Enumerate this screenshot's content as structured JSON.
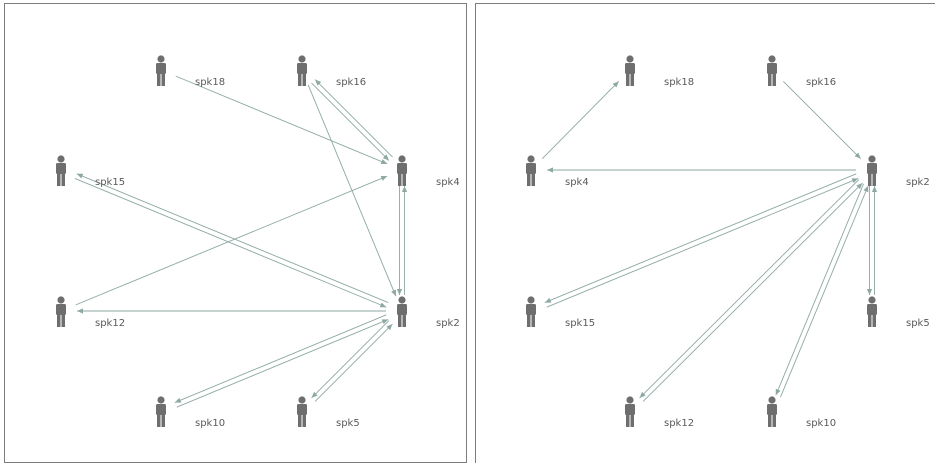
{
  "panels": [
    {
      "id": "left",
      "nodes": [
        {
          "id": "spk18",
          "label": "spk18"
        },
        {
          "id": "spk16",
          "label": "spk16"
        },
        {
          "id": "spk15",
          "label": "spk15"
        },
        {
          "id": "spk4",
          "label": "spk4"
        },
        {
          "id": "spk12",
          "label": "spk12"
        },
        {
          "id": "spk2",
          "label": "spk2"
        },
        {
          "id": "spk10",
          "label": "spk10"
        },
        {
          "id": "spk5",
          "label": "spk5"
        }
      ],
      "edges": [
        {
          "from": "spk18",
          "to": "spk4"
        },
        {
          "from": "spk16",
          "to": "spk4"
        },
        {
          "from": "spk4",
          "to": "spk16"
        },
        {
          "from": "spk16",
          "to": "spk2"
        },
        {
          "from": "spk15",
          "to": "spk2"
        },
        {
          "from": "spk2",
          "to": "spk15"
        },
        {
          "from": "spk12",
          "to": "spk4"
        },
        {
          "from": "spk2",
          "to": "spk12"
        },
        {
          "from": "spk4",
          "to": "spk2"
        },
        {
          "from": "spk2",
          "to": "spk4"
        },
        {
          "from": "spk10",
          "to": "spk2"
        },
        {
          "from": "spk2",
          "to": "spk10"
        },
        {
          "from": "spk5",
          "to": "spk2"
        },
        {
          "from": "spk2",
          "to": "spk5"
        }
      ]
    },
    {
      "id": "right",
      "nodes": [
        {
          "id": "spk18",
          "label": "spk18"
        },
        {
          "id": "spk16",
          "label": "spk16"
        },
        {
          "id": "spk4",
          "label": "spk4"
        },
        {
          "id": "spk2",
          "label": "spk2"
        },
        {
          "id": "spk15",
          "label": "spk15"
        },
        {
          "id": "spk5",
          "label": "spk5"
        },
        {
          "id": "spk12",
          "label": "spk12"
        },
        {
          "id": "spk10",
          "label": "spk10"
        }
      ],
      "edges": [
        {
          "from": "spk4",
          "to": "spk18"
        },
        {
          "from": "spk16",
          "to": "spk2"
        },
        {
          "from": "spk2",
          "to": "spk4"
        },
        {
          "from": "spk15",
          "to": "spk2"
        },
        {
          "from": "spk2",
          "to": "spk15"
        },
        {
          "from": "spk12",
          "to": "spk2"
        },
        {
          "from": "spk2",
          "to": "spk12"
        },
        {
          "from": "spk10",
          "to": "spk2"
        },
        {
          "from": "spk2",
          "to": "spk10"
        },
        {
          "from": "spk2",
          "to": "spk5"
        },
        {
          "from": "spk5",
          "to": "spk2"
        }
      ]
    }
  ]
}
